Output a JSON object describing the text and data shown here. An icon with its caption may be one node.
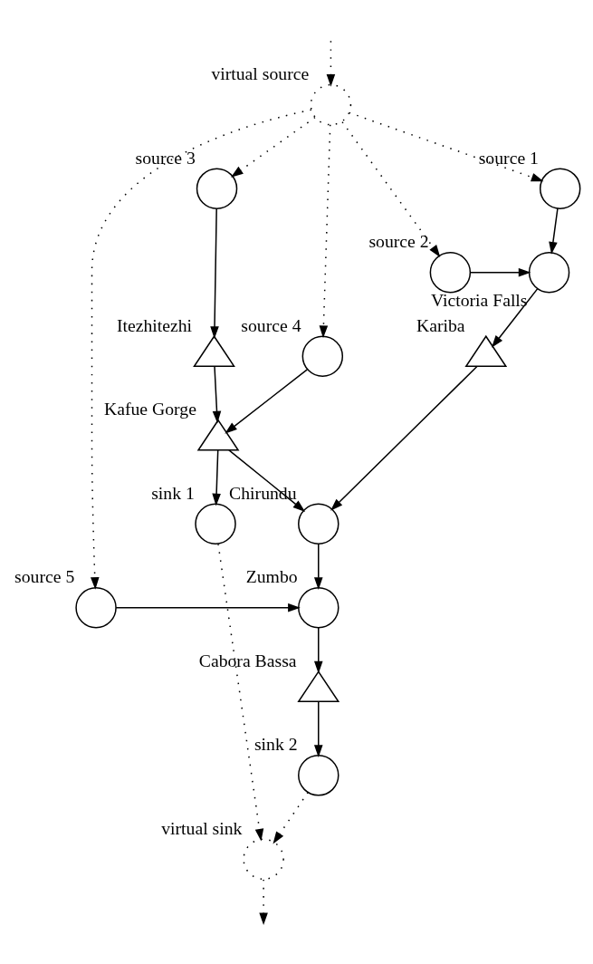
{
  "diagram": {
    "nodes": [
      {
        "text": [
          "virtual source"
        ]
      },
      {
        "text": [
          "source 1"
        ]
      },
      {
        "text": [
          "source 2"
        ]
      },
      {
        "text": [
          "Victoria Falls"
        ]
      },
      {
        "text": [
          "source 3"
        ]
      },
      {
        "text": [
          "Kariba"
        ]
      },
      {
        "text": [
          "Itezhitezhi"
        ]
      },
      {
        "text": [
          "source 4"
        ]
      },
      {
        "text": [
          "Kafue Gorge"
        ]
      },
      {
        "text": [
          "Chirundu"
        ]
      },
      {
        "text": [
          "sink 1"
        ]
      },
      {
        "text": [
          "source 5"
        ]
      },
      {
        "text": [
          "Zumbo"
        ]
      },
      {
        "text": [
          "Cabora Bassa"
        ]
      },
      {
        "text": [
          "sink 2"
        ]
      },
      {
        "text": [
          "virtual sink"
        ]
      }
    ],
    "edges": [
      {
        "from": null,
        "to": 0,
        "arrow": "to",
        "style": "dashed"
      },
      {
        "from": 0,
        "to": 1,
        "arrow": "to",
        "style": "dashed"
      },
      {
        "from": 0,
        "to": 2,
        "arrow": "to",
        "style": "dashed"
      },
      {
        "from": 0,
        "to": 4,
        "arrow": "to",
        "style": "dashed"
      },
      {
        "from": 0,
        "to": 7,
        "arrow": "to",
        "style": "dashed"
      },
      {
        "from": 0,
        "to": 11,
        "arrow": "to",
        "style": "dashed"
      },
      {
        "from": 1,
        "to": 3,
        "arrow": "to"
      },
      {
        "from": 2,
        "to": 3,
        "arrow": "to"
      },
      {
        "from": 3,
        "to": 5,
        "arrow": "to"
      },
      {
        "from": 4,
        "to": 6,
        "arrow": "to"
      },
      {
        "from": 5,
        "to": 9,
        "arrow": "to"
      },
      {
        "from": 6,
        "to": 8,
        "arrow": "to"
      },
      {
        "from": 7,
        "to": 8,
        "arrow": "to"
      },
      {
        "from": 8,
        "to": 9,
        "arrow": "to"
      },
      {
        "from": 8,
        "to": 10,
        "arrow": "to"
      },
      {
        "from": 9,
        "to": 12,
        "arrow": "to"
      },
      {
        "from": 11,
        "to": 12,
        "arrow": "to"
      },
      {
        "from": 12,
        "to": 13,
        "arrow": "to"
      },
      {
        "from": 13,
        "to": 14,
        "arrow": "to"
      },
      {
        "from": 14,
        "to": 15,
        "arrow": "to",
        "style": "dashed"
      },
      {
        "from": 10,
        "to": 15,
        "arrow": "to",
        "style": "dashed"
      },
      {
        "from": 15,
        "to": null,
        "arrow": "to",
        "style": "dashed"
      }
    ]
  }
}
